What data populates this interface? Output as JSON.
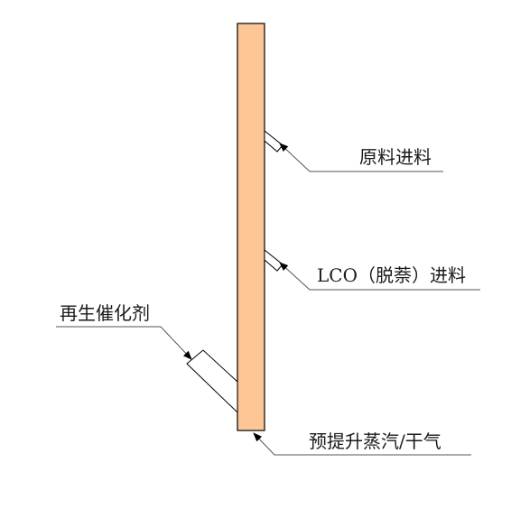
{
  "diagram": {
    "riser_color": "#FCC795",
    "stroke_color": "#000000",
    "leader_color": "#555555",
    "labels": {
      "feed": "原料进料",
      "lco_feed": "LCO（脱萘）进料",
      "regenerated_catalyst": "再生催化剂",
      "prelift": "预提升蒸汽/干气"
    }
  }
}
